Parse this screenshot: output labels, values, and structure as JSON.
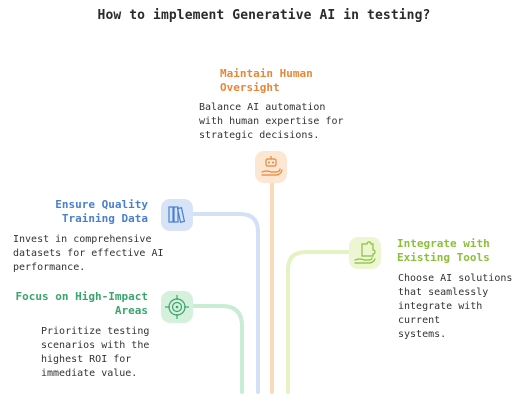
{
  "title": "How to implement Generative AI in testing?",
  "steps": [
    {
      "id": "oversight",
      "heading_line1": "Maintain Human",
      "heading_line2": "Oversight",
      "desc_line1": "Balance AI automation",
      "desc_line2": "with human expertise for",
      "desc_line3": "strategic decisions.",
      "color": "#e8873a",
      "icon": "hand-robot-icon"
    },
    {
      "id": "training",
      "heading_line1": "Ensure Quality",
      "heading_line2": "Training Data",
      "desc_line1": "Invest in comprehensive",
      "desc_line2": "datasets for effective AI",
      "desc_line3": "performance.",
      "color": "#4a7fd0",
      "icon": "books-icon"
    },
    {
      "id": "integrate",
      "heading_line1": "Integrate with",
      "heading_line2": "Existing Tools",
      "desc_line1": "Choose AI solutions",
      "desc_line2": "that seamlessly",
      "desc_line3": "integrate with current",
      "desc_line4": "systems.",
      "color": "#8cbf3a",
      "icon": "puzzle-hand-icon"
    },
    {
      "id": "focus",
      "heading_line1": "Focus on High-Impact",
      "heading_line2": "Areas",
      "desc_line1": "Prioritize testing",
      "desc_line2": "scenarios with the",
      "desc_line3": "highest ROI for",
      "desc_line4": "immediate value.",
      "color": "#3aa56b",
      "icon": "target-icon"
    }
  ]
}
